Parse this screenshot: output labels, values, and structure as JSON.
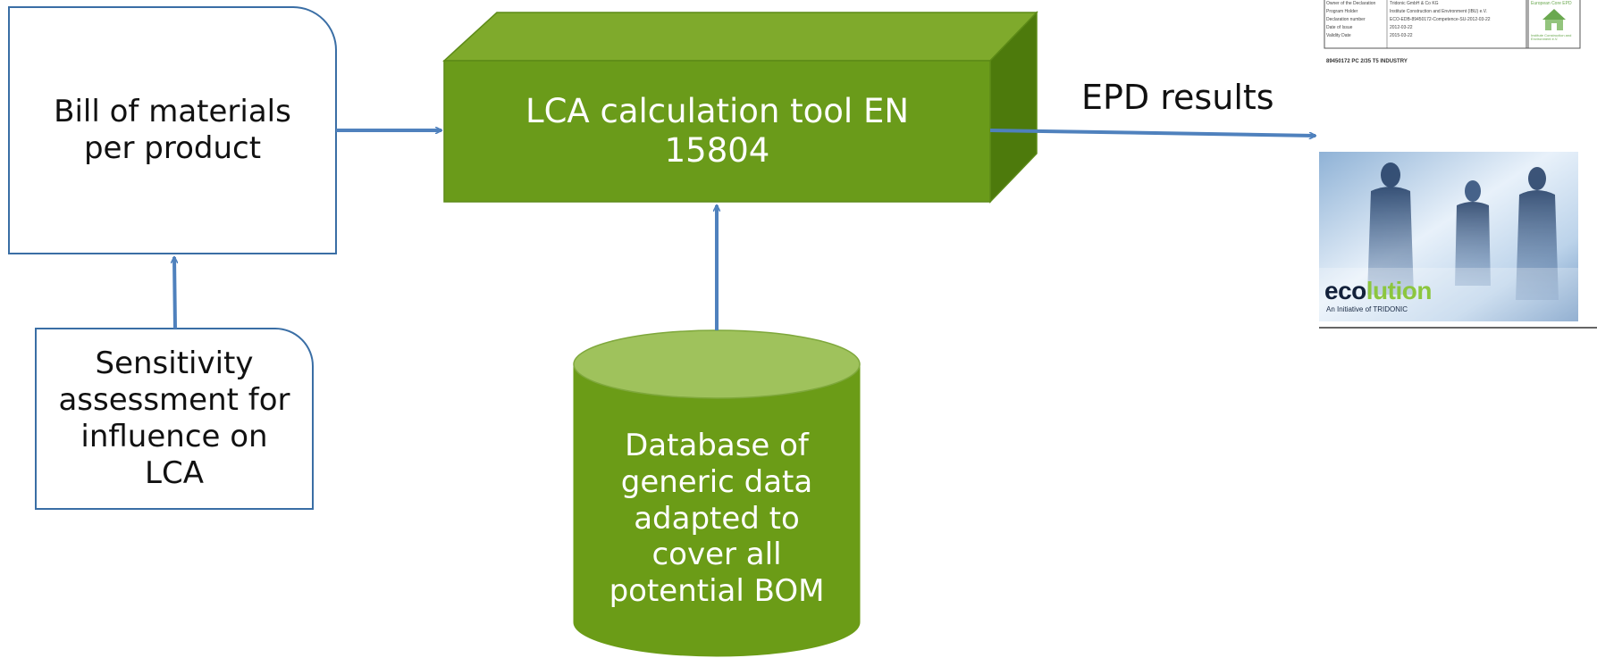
{
  "nodes": {
    "bill_of_materials": {
      "label": "Bill of materials\nper product"
    },
    "sensitivity_assessment": {
      "label": "Sensitivity\nassessment for\ninfluence on\nLCA"
    },
    "lca_tool": {
      "label": "LCA calculation tool EN\n15804"
    },
    "database": {
      "label": "Database of\ngeneric data\nadapted to\ncover all\npotential BOM"
    }
  },
  "edges": {
    "epd_results": {
      "label": "EPD results"
    }
  },
  "epd_document_thumbnail": {
    "info_rows": [
      {
        "field": "Owner of the Declaration",
        "value": "Tridonic GmbH & Co KG"
      },
      {
        "field": "Program Holder",
        "value": "Institute Construction and Environment (IBU) e.V."
      },
      {
        "field": "Declaration number",
        "value": "ECO-EDB-89450172-Competence-SU-2012-03-22"
      },
      {
        "field": "Date of Issue",
        "value": "2012-03-22"
      },
      {
        "field": "Validity Date",
        "value": "2015-03-22"
      }
    ],
    "badge_text": "European Core EPD",
    "badge_org": "Institute Construction and Environment e.V.",
    "product_line": "89450172   PC 2/35 T5 INDUSTRY",
    "cover": {
      "brand_part1": "eco",
      "brand_part2": "lution",
      "tagline": "An Initiative of TRIDONIC"
    }
  },
  "colors": {
    "box_border": "#3a6ea5",
    "arrow": "#4f81bd",
    "green_face": "#6a9b1a",
    "green_top": "#7faa2c",
    "green_side": "#4d7a0c",
    "green_cylinder": "#6b9c17",
    "green_cylinder_top": "#9fc25c"
  }
}
